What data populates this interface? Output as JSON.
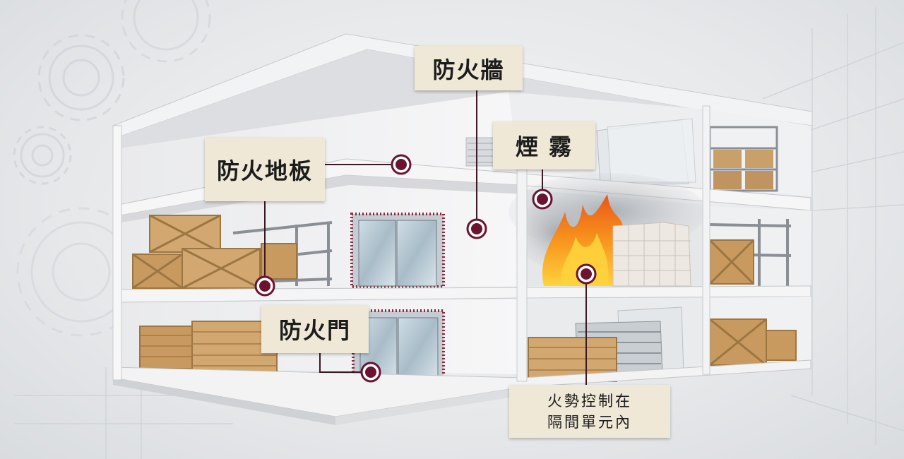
{
  "diagram": {
    "labels": {
      "firewall": "防火牆",
      "smoke": "煙 霧",
      "fire_floor": "防火地板",
      "fire_door": "防火門",
      "note_line1": "火勢控制在",
      "note_line2": "隔間單元內"
    },
    "colors": {
      "marker": "#6a1430",
      "label_bg": "#efe8d6",
      "fire": "#f58220",
      "crate": "#c9a06a",
      "door_frame": "#8a2a3a"
    },
    "icons": [
      "gear-icon",
      "crate-icon",
      "shelf-icon",
      "fire-icon",
      "door-icon"
    ]
  }
}
